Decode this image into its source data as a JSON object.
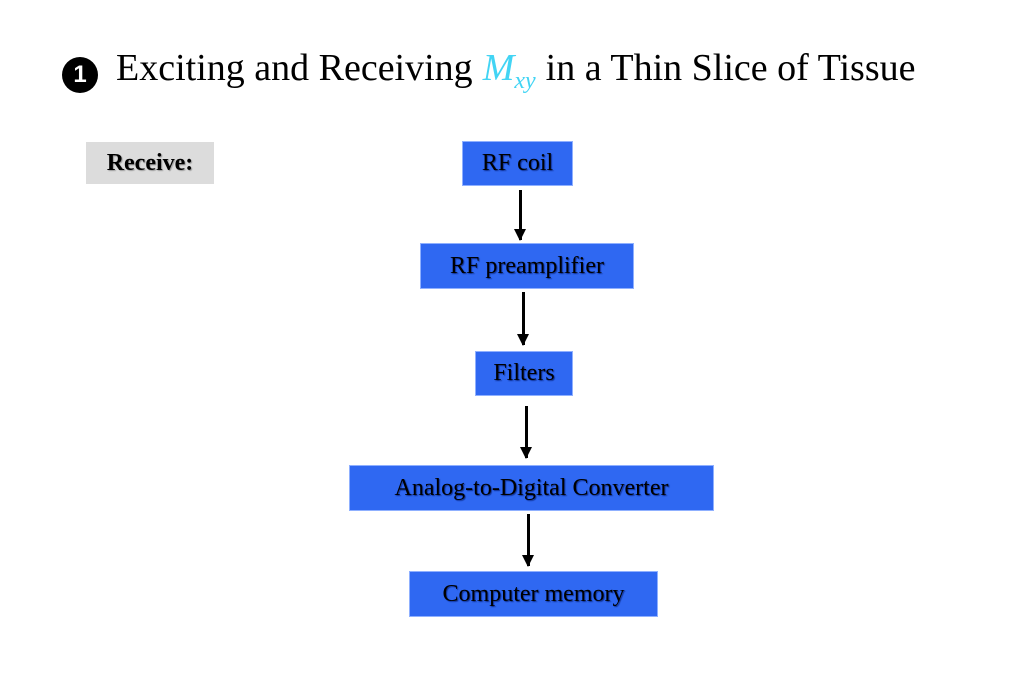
{
  "title": {
    "bullet_symbol": "1",
    "prefix": "Exciting and Receiving",
    "variable": "M",
    "subscript": "xy",
    "suffix": "in a Thin Slice of Tissue",
    "variable_color": "#42d4f4"
  },
  "label": {
    "receive": "Receive:"
  },
  "flow": {
    "nodes": [
      "RF coil",
      "RF preamplifier",
      "Filters",
      "Analog-to-Digital Converter",
      "Computer memory"
    ],
    "node_color": "#2f68f2"
  }
}
